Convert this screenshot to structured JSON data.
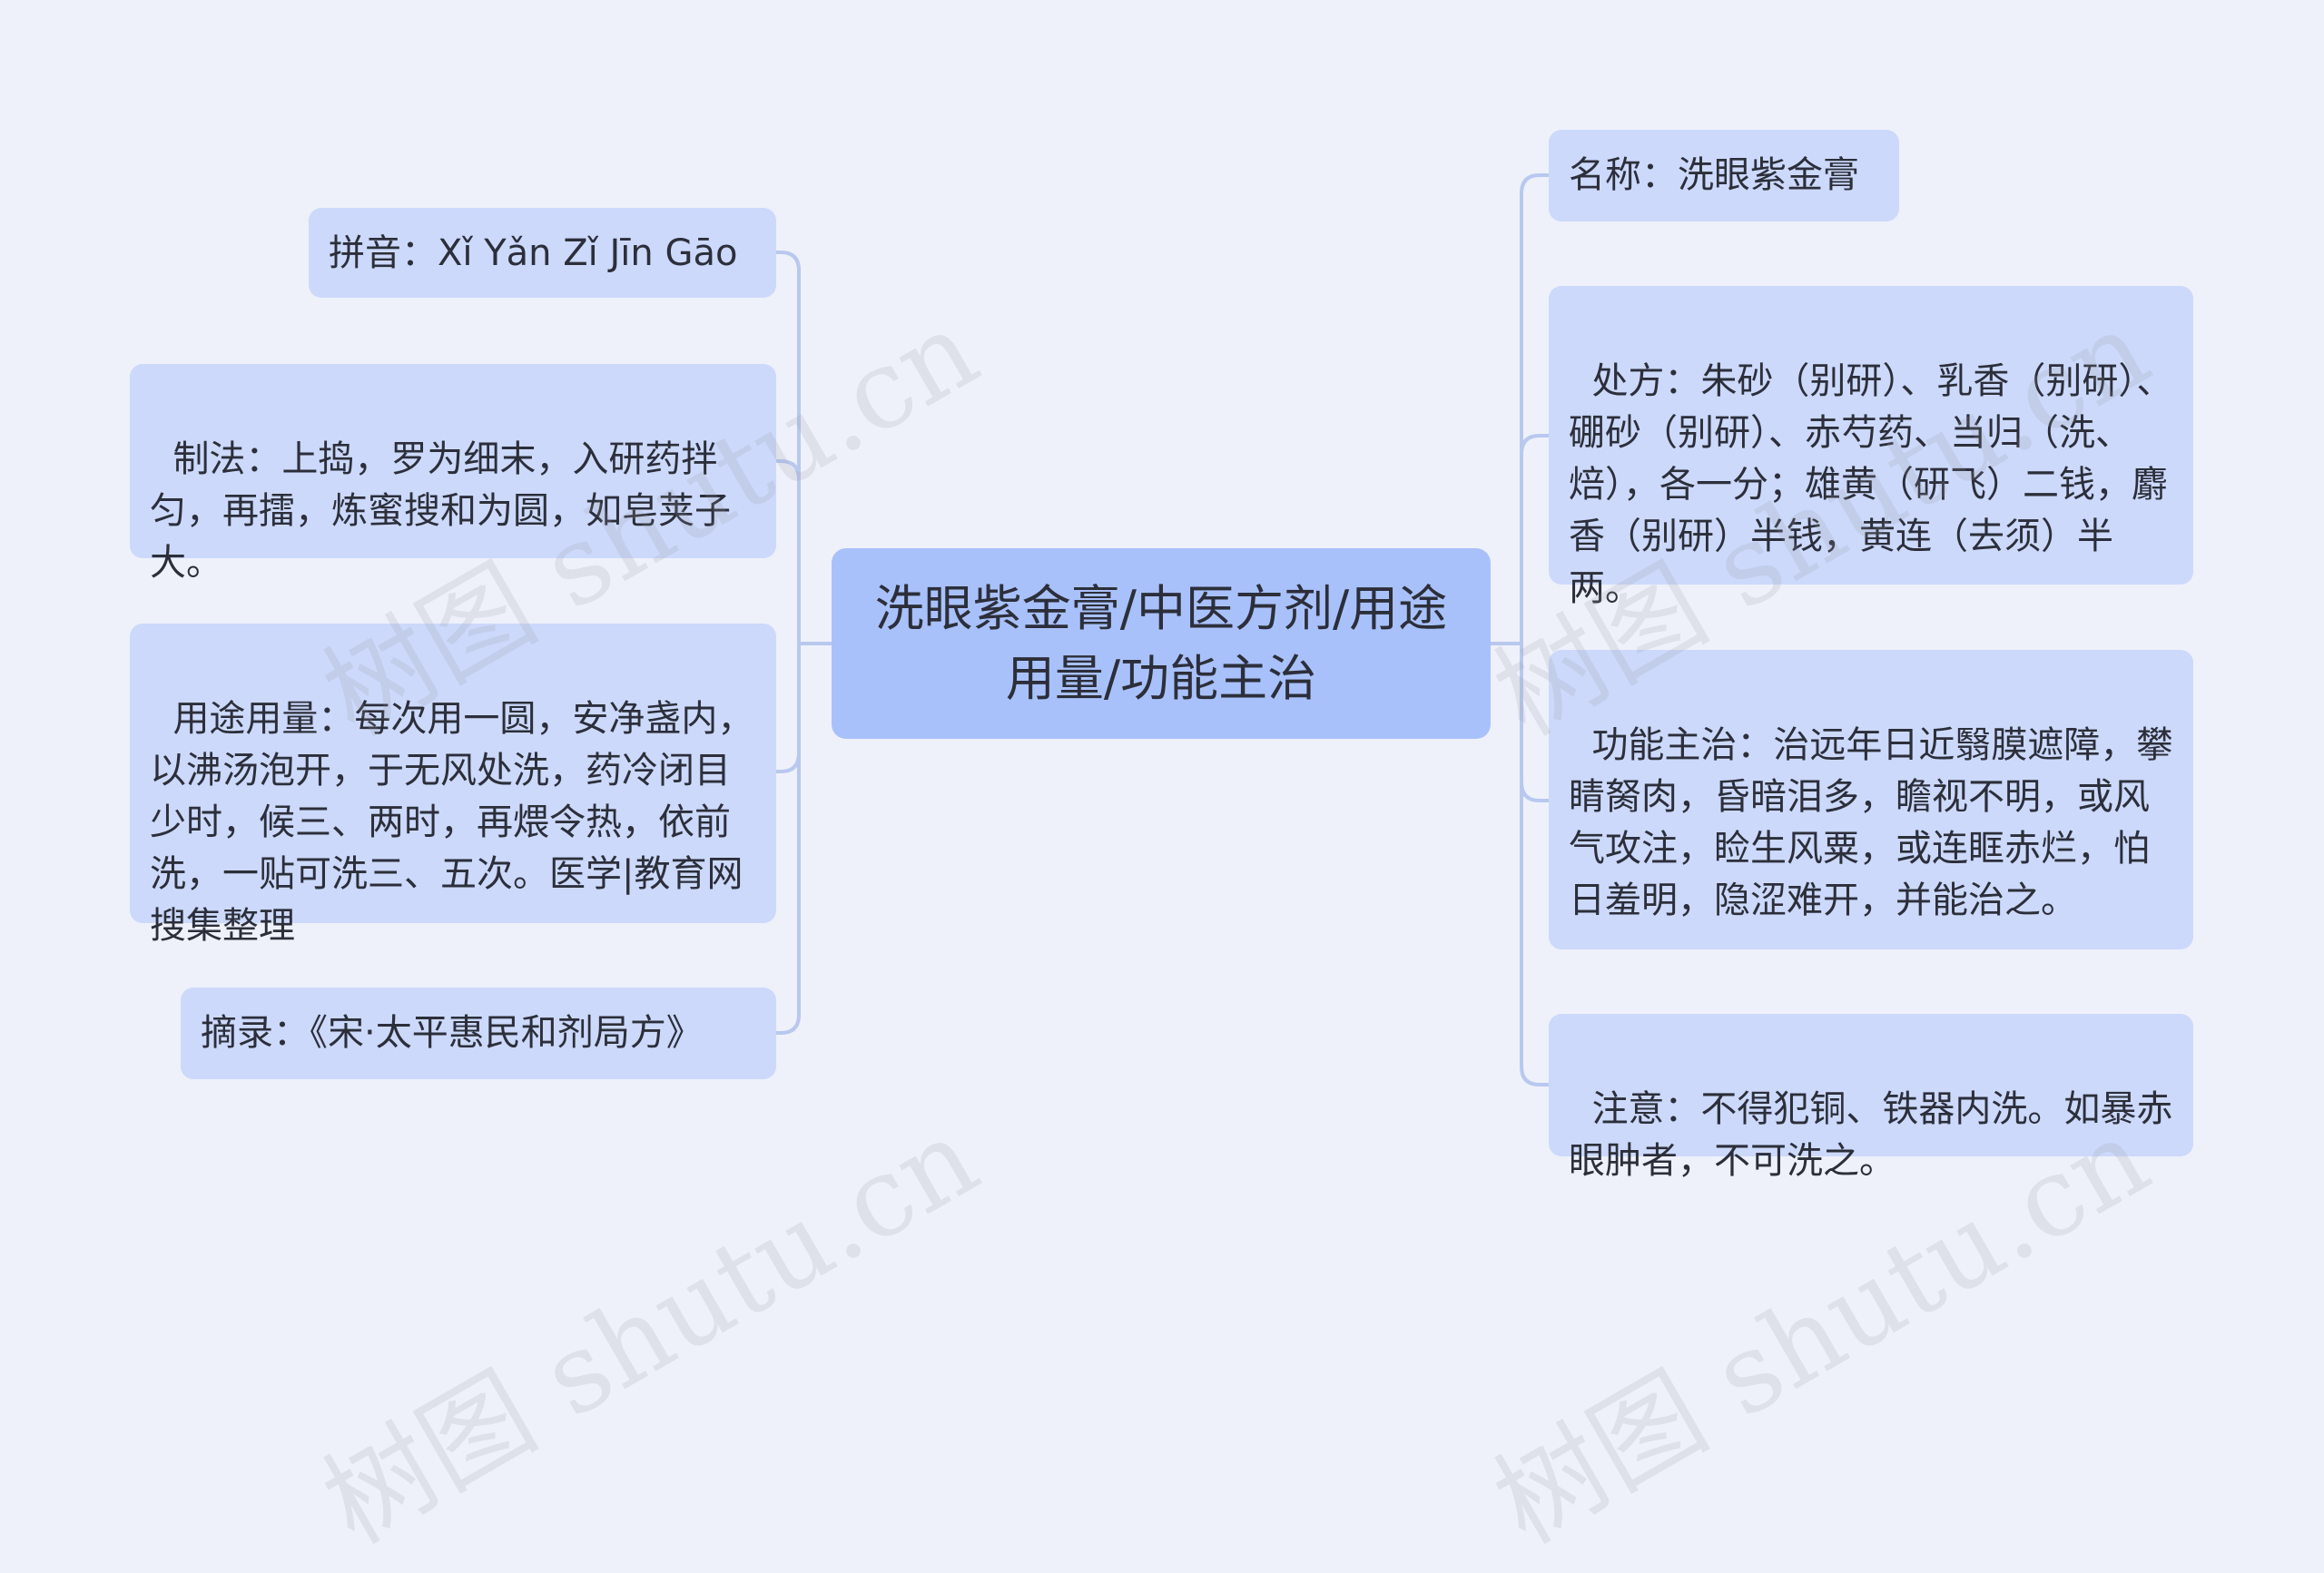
{
  "center": {
    "label": "洗眼紫金膏/中医方剂/用途用量/功能主治"
  },
  "left_nodes": [
    {
      "id": "pinyin",
      "text": "拼音：Xǐ Yǎn Zǐ Jīn Gāo"
    },
    {
      "id": "method",
      "text": "制法：上捣，罗为细末，入研药拌匀，再擂，炼蜜搜和为圆，如皂荚子大。"
    },
    {
      "id": "usage",
      "text": "用途用量：每次用一圆，安净盏内，以沸汤泡开，于无风处洗，药冷闭目少时，候三、两时，再煨令热，依前洗，一贴可洗三、五次。医学|教育网搜集整理"
    },
    {
      "id": "source",
      "text": "摘录：《宋·太平惠民和剂局方》"
    }
  ],
  "right_nodes": [
    {
      "id": "name",
      "text": "名称：洗眼紫金膏"
    },
    {
      "id": "prescription",
      "text": "处方：朱砂（别研）、乳香（别研）、硼砂（别研）、赤芍药、当归（洗、焙），各一分；雄黄（研飞）二钱，麝香（别研）半钱，黄连（去须）半两。"
    },
    {
      "id": "function",
      "text": "功能主治：治远年日近翳膜遮障，攀睛胬肉，昏暗泪多，瞻视不明，或风气攻注，睑生风粟，或连眶赤烂，怕日羞明，隐涩难开，并能治之。"
    },
    {
      "id": "caution",
      "text": "注意：不得犯铜、铁器内洗。如暴赤眼肿者，不可洗之。"
    }
  ],
  "watermark": {
    "text": "树图 shutu.cn"
  },
  "colors": {
    "background": "#eef1fa",
    "center_fill": "#a9c1fb",
    "node_fill": "#ccd9fb",
    "connector": "#b8c8ef",
    "text": "#2c2f3a"
  }
}
